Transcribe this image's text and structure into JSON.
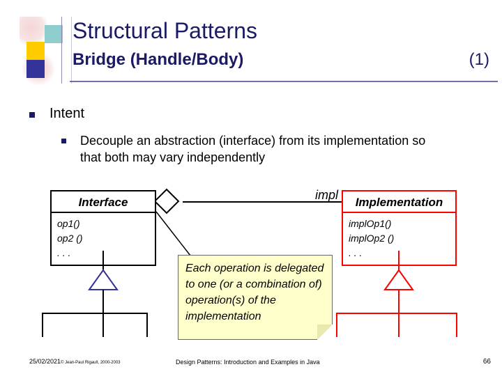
{
  "slide": {
    "title": "Structural Patterns",
    "subtitle_main": "Bridge",
    "subtitle_paren": "(Handle/Body)",
    "counter": "(1)"
  },
  "bullets": {
    "level1": "Intent",
    "level2": "Decouple an abstraction (interface) from its implementation so that both may vary independently"
  },
  "diagram": {
    "left_class": {
      "name": "Interface",
      "operations": [
        "op1()",
        "op2 ()",
        ". . ."
      ]
    },
    "right_class": {
      "name": "Implementation",
      "operations": [
        "implOp1()",
        "implOp2 ()",
        ". . ."
      ]
    },
    "association_label": "impl",
    "note": "Each operation is delegated to one (or a combination of) operation(s) of the implementation"
  },
  "footer": {
    "left_date": "25/02/2021",
    "left_author": "© Jean-Paul Rigault, 2000-2003",
    "center": "Design Patterns: Introduction and Examples in Java",
    "page": "66"
  },
  "colors": {
    "title": "#1a1a66",
    "accent_red": "#ff0000",
    "note_bg": "#ffffcc",
    "deco_yellow": "#ffcc00",
    "deco_teal": "#8ecece",
    "deco_navy": "#333399"
  }
}
